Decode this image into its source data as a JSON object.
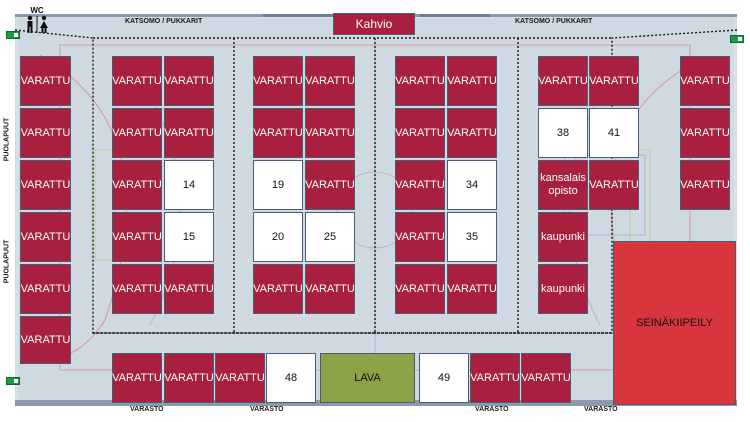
{
  "colors": {
    "reserved": "#a8203e",
    "free": "#ffffff",
    "stage": "#8ba247",
    "climbing_wall": "#d9353c",
    "cafe": "#a8203e",
    "floor": "#cfd9e2"
  },
  "labels": {
    "wc": "WC",
    "cafe": "Kahvio",
    "stands_left": "KATSOMO / PUKKARIT",
    "stands_right": "KATSOMO / PUKKARIT",
    "wall_bars_top": "PUOLAPUUT",
    "wall_bars_bottom": "PUOLAPUUT",
    "storage_1": "VARASTO",
    "storage_2": "VARASTO",
    "storage_3": "VARASTO",
    "storage_4": "VARASTO",
    "stage": "LAVA",
    "climbing_wall": "SEINÄKIIPEILY"
  },
  "booths": [
    {
      "id": "c1-1",
      "label": "VARATTU",
      "status": "reserved"
    },
    {
      "id": "c1-2",
      "label": "VARATTU",
      "status": "reserved"
    },
    {
      "id": "c1-3",
      "label": "VARATTU",
      "status": "reserved"
    },
    {
      "id": "c1-4",
      "label": "VARATTU",
      "status": "reserved"
    },
    {
      "id": "c1-5",
      "label": "VARATTU",
      "status": "reserved"
    },
    {
      "id": "c1-6",
      "label": "VARATTU",
      "status": "reserved"
    },
    {
      "id": "c2-1",
      "label": "VARATTU",
      "status": "reserved"
    },
    {
      "id": "c2-2",
      "label": "VARATTU",
      "status": "reserved"
    },
    {
      "id": "c2-3",
      "label": "VARATTU",
      "status": "reserved"
    },
    {
      "id": "c2-4",
      "label": "VARATTU",
      "status": "reserved"
    },
    {
      "id": "c2-5",
      "label": "VARATTU",
      "status": "reserved"
    },
    {
      "id": "c3-1",
      "label": "VARATTU",
      "status": "reserved"
    },
    {
      "id": "c3-2",
      "label": "VARATTU",
      "status": "reserved"
    },
    {
      "id": "c3-3",
      "label": "14",
      "status": "free"
    },
    {
      "id": "c3-4",
      "label": "15",
      "status": "free"
    },
    {
      "id": "c3-5",
      "label": "VARATTU",
      "status": "reserved"
    },
    {
      "id": "c4-1",
      "label": "VARATTU",
      "status": "reserved"
    },
    {
      "id": "c4-2",
      "label": "VARATTU",
      "status": "reserved"
    },
    {
      "id": "c4-3",
      "label": "19",
      "status": "free"
    },
    {
      "id": "c4-4",
      "label": "20",
      "status": "free"
    },
    {
      "id": "c4-5",
      "label": "VARATTU",
      "status": "reserved"
    },
    {
      "id": "c5-1",
      "label": "VARATTU",
      "status": "reserved"
    },
    {
      "id": "c5-2",
      "label": "VARATTU",
      "status": "reserved"
    },
    {
      "id": "c5-3",
      "label": "VARATTU",
      "status": "reserved"
    },
    {
      "id": "c5-4",
      "label": "25",
      "status": "free"
    },
    {
      "id": "c5-5",
      "label": "VARATTU",
      "status": "reserved"
    },
    {
      "id": "c6-1",
      "label": "VARATTU",
      "status": "reserved"
    },
    {
      "id": "c6-2",
      "label": "VARATTU",
      "status": "reserved"
    },
    {
      "id": "c6-3",
      "label": "VARATTU",
      "status": "reserved"
    },
    {
      "id": "c6-4",
      "label": "VARATTU",
      "status": "reserved"
    },
    {
      "id": "c6-5",
      "label": "VARATTU",
      "status": "reserved"
    },
    {
      "id": "c7-1",
      "label": "VARATTU",
      "status": "reserved"
    },
    {
      "id": "c7-2",
      "label": "VARATTU",
      "status": "reserved"
    },
    {
      "id": "c7-3",
      "label": "34",
      "status": "free"
    },
    {
      "id": "c7-4",
      "label": "35",
      "status": "free"
    },
    {
      "id": "c7-5",
      "label": "VARATTU",
      "status": "reserved"
    },
    {
      "id": "c8-1",
      "label": "VARATTU",
      "status": "reserved"
    },
    {
      "id": "c8-2",
      "label": "38",
      "status": "free"
    },
    {
      "id": "c8-3",
      "label": "kansalais opisto",
      "status": "reserved"
    },
    {
      "id": "c8-4",
      "label": "kaupunki",
      "status": "reserved"
    },
    {
      "id": "c8-5",
      "label": "kaupunki",
      "status": "reserved"
    },
    {
      "id": "c9-1",
      "label": "VARATTU",
      "status": "reserved"
    },
    {
      "id": "c9-2",
      "label": "41",
      "status": "free"
    },
    {
      "id": "c9-3",
      "label": "VARATTU",
      "status": "reserved"
    },
    {
      "id": "c10-1",
      "label": "VARATTU",
      "status": "reserved"
    },
    {
      "id": "c10-2",
      "label": "VARATTU",
      "status": "reserved"
    },
    {
      "id": "c10-3",
      "label": "VARATTU",
      "status": "reserved"
    },
    {
      "id": "b-1",
      "label": "VARATTU",
      "status": "reserved"
    },
    {
      "id": "b-2",
      "label": "VARATTU",
      "status": "reserved"
    },
    {
      "id": "b-3",
      "label": "VARATTU",
      "status": "reserved"
    },
    {
      "id": "b-4",
      "label": "48",
      "status": "free"
    },
    {
      "id": "b-5",
      "label": "49",
      "status": "free"
    },
    {
      "id": "b-6",
      "label": "VARATTU",
      "status": "reserved"
    },
    {
      "id": "b-7",
      "label": "VARATTU",
      "status": "reserved"
    }
  ]
}
